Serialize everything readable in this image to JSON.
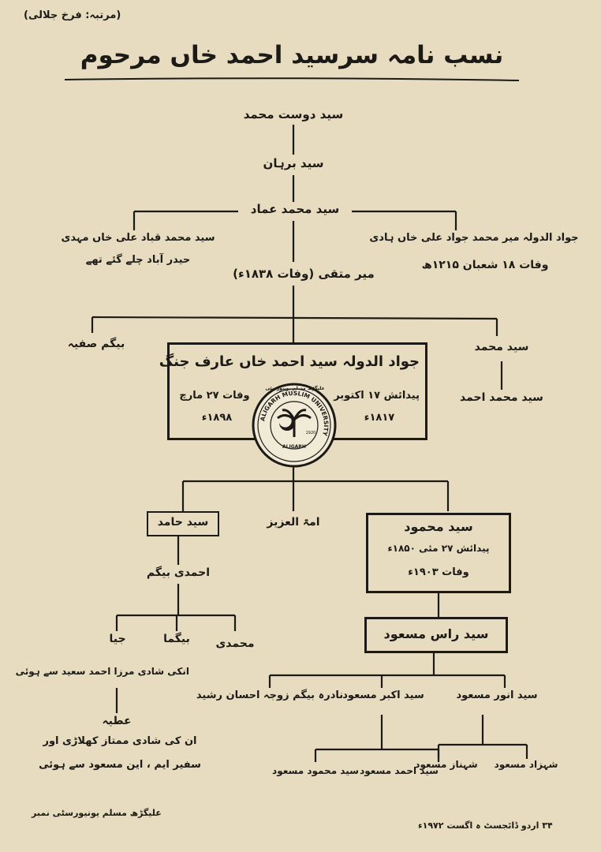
{
  "compiler_note": "(مرتبہ: فرخ جلالی)",
  "title": "نسب نامہ سرسید احمد خاں مرحوم",
  "nodes": {
    "dost_muhammad": "سید دوست محمد",
    "burhan": "سید برہان",
    "imad": "سید محمد عماد",
    "qubad_name": "سید محمد قباد علی خاں مہدی",
    "qubad_note": "حیدر آباد چلے گئے تھے",
    "jawad_name": "جواد الدولہ میر محمد جواد علی خاں ہادی",
    "jawad_death": "وفات ۱۸ شعبان ۱۲۱۵ھ",
    "mir_muttaqi": "میر متقی (وفات ۱۸۳۸ء)",
    "begum_safia": "بیگم صفیہ",
    "syed_muhammad": "سید محمد",
    "syed_muhammad_ahmad": "سید محمد احمد",
    "sir_syed_name": "جواد الدولہ سید احمد خاں عارف جنگ",
    "sir_syed_birth_label": "پیدائش ۱۷ اکتوبر",
    "sir_syed_birth_year": "۱۸۱۷ء",
    "sir_syed_death_label": "وفات ۲۷ مارچ",
    "sir_syed_death_year": "۱۸۹۸ء",
    "syed_hamid": "سید حامد",
    "ahmadi_begum": "احمدی بیگم",
    "amatul_aziz": "امۃ العزیز",
    "syed_mahmood": "سید محمود",
    "mahmood_birth": "پیدائش ۲۷ مئی ۱۸۵۰ء",
    "mahmood_death": "وفات ۱۹۰۳ء",
    "ras_masood": "سید راس مسعود",
    "muhammadi": "محمدی",
    "bigga": "بیگما",
    "jiya": "جیا",
    "jiya_note": "انکی شادی مرزا احمد سعید سے ہوئی",
    "atiya": "عطیہ",
    "atiya_note_1": "ان کی شادی ممتاز کھلاڑی اور",
    "atiya_note_2": "سفیر ایم ، این مسعود سے ہوئی",
    "nadira": "نادرہ بیگم زوجہ احسان رشید",
    "akbar": "سید اکبر مسعود",
    "anwar": "سید انور مسعود",
    "mahmood_masood": "سید محمود مسعود",
    "ahmad_masood": "سید احمد مسعود",
    "shahnaz": "شہناز مسعود",
    "shahzad": "شہزاد مسعود"
  },
  "seal": {
    "top_text": "علیگڑھ مسلم یونیورسٹی",
    "ring_text": "ALIGARH MUSLIM UNIVERSITY",
    "place": "ALIGARH",
    "year": "1920"
  },
  "footer_left": "علیگڑھ مسلم یونیورسٹی نمبر",
  "footer_right": "۳۴ اردو ڈائجسٹ ہ اگست ۱۹۷۲ء",
  "colors": {
    "paper": "#e7dcbf",
    "ink": "#1c1a17"
  }
}
